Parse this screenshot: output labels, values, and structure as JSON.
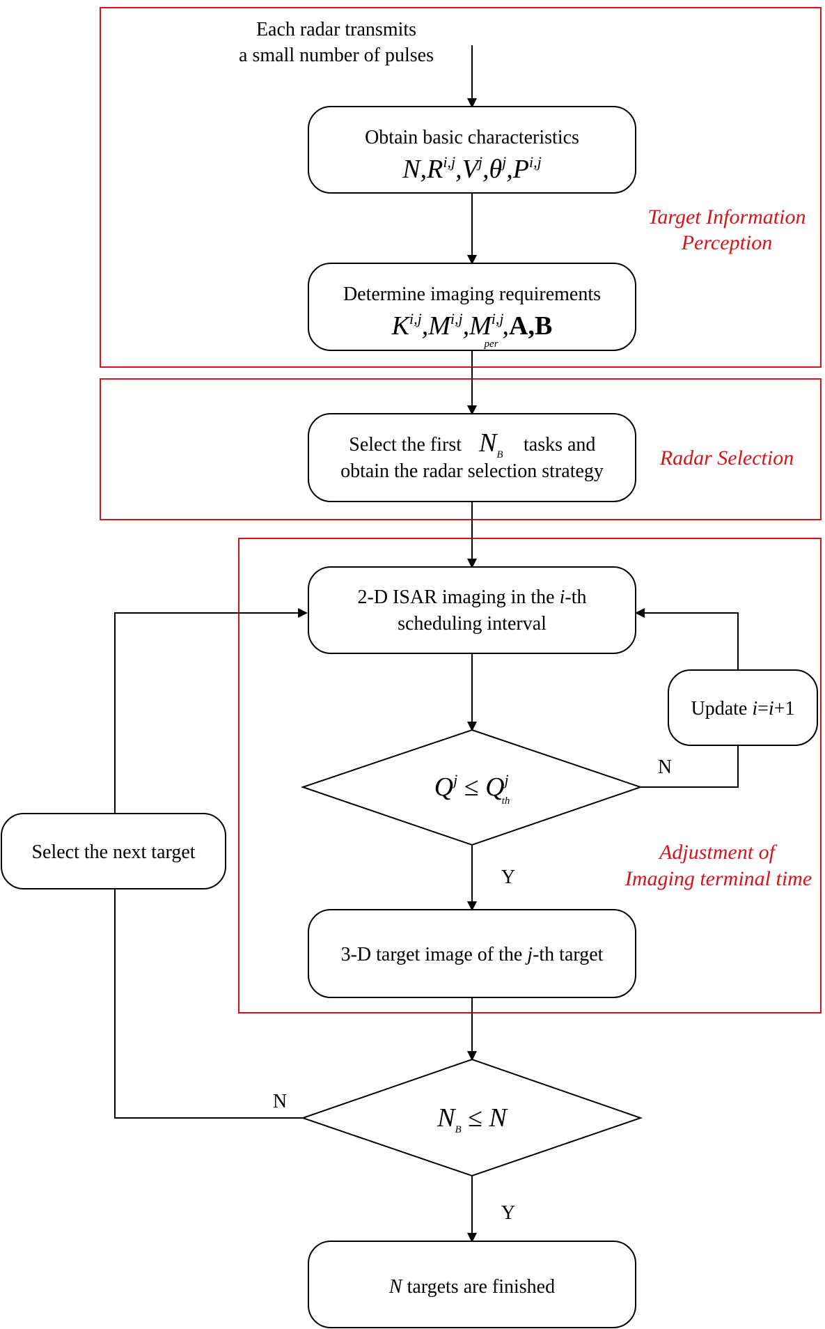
{
  "colors": {
    "section_border": "#d8141b",
    "section_label": "#d8141b",
    "line": "#000000"
  },
  "start": {
    "line1": "Each radar transmits",
    "line2": "a small number of pulses"
  },
  "nodes": {
    "obtain": {
      "text": "Obtain basic characteristics"
    },
    "determine": {
      "text": "Determine imaging requirements"
    },
    "select_first": {
      "line1_pre": "Select the first",
      "line1_post": "tasks and",
      "line2": "obtain the radar selection strategy"
    },
    "isar": {
      "line1_pre": "2-D ISAR imaging in the ",
      "line1_var": "i",
      "line1_post": "-th",
      "line2": "scheduling interval"
    },
    "update": {
      "pre": "Update ",
      "expr_i": "i",
      "expr_eq": "=",
      "expr_i2": "i",
      "expr_plus": "+1"
    },
    "image3d": {
      "pre": "3-D target image of the ",
      "var": "j",
      "post": "-th target"
    },
    "next_target": {
      "text": "Select the next target"
    },
    "finished": {
      "var": "N",
      "text": " targets are finished"
    }
  },
  "decisions": {
    "quality": {
      "no_label": "N",
      "yes_label": "Y"
    },
    "count": {
      "no_label": "N",
      "yes_label": "Y"
    }
  },
  "sections": {
    "perception": {
      "line1": "Target Information",
      "line2": "Perception"
    },
    "radar_selection": {
      "label": "Radar Selection"
    },
    "adjustment": {
      "line1": "Adjustment of",
      "line2": "Imaging  terminal time"
    }
  }
}
